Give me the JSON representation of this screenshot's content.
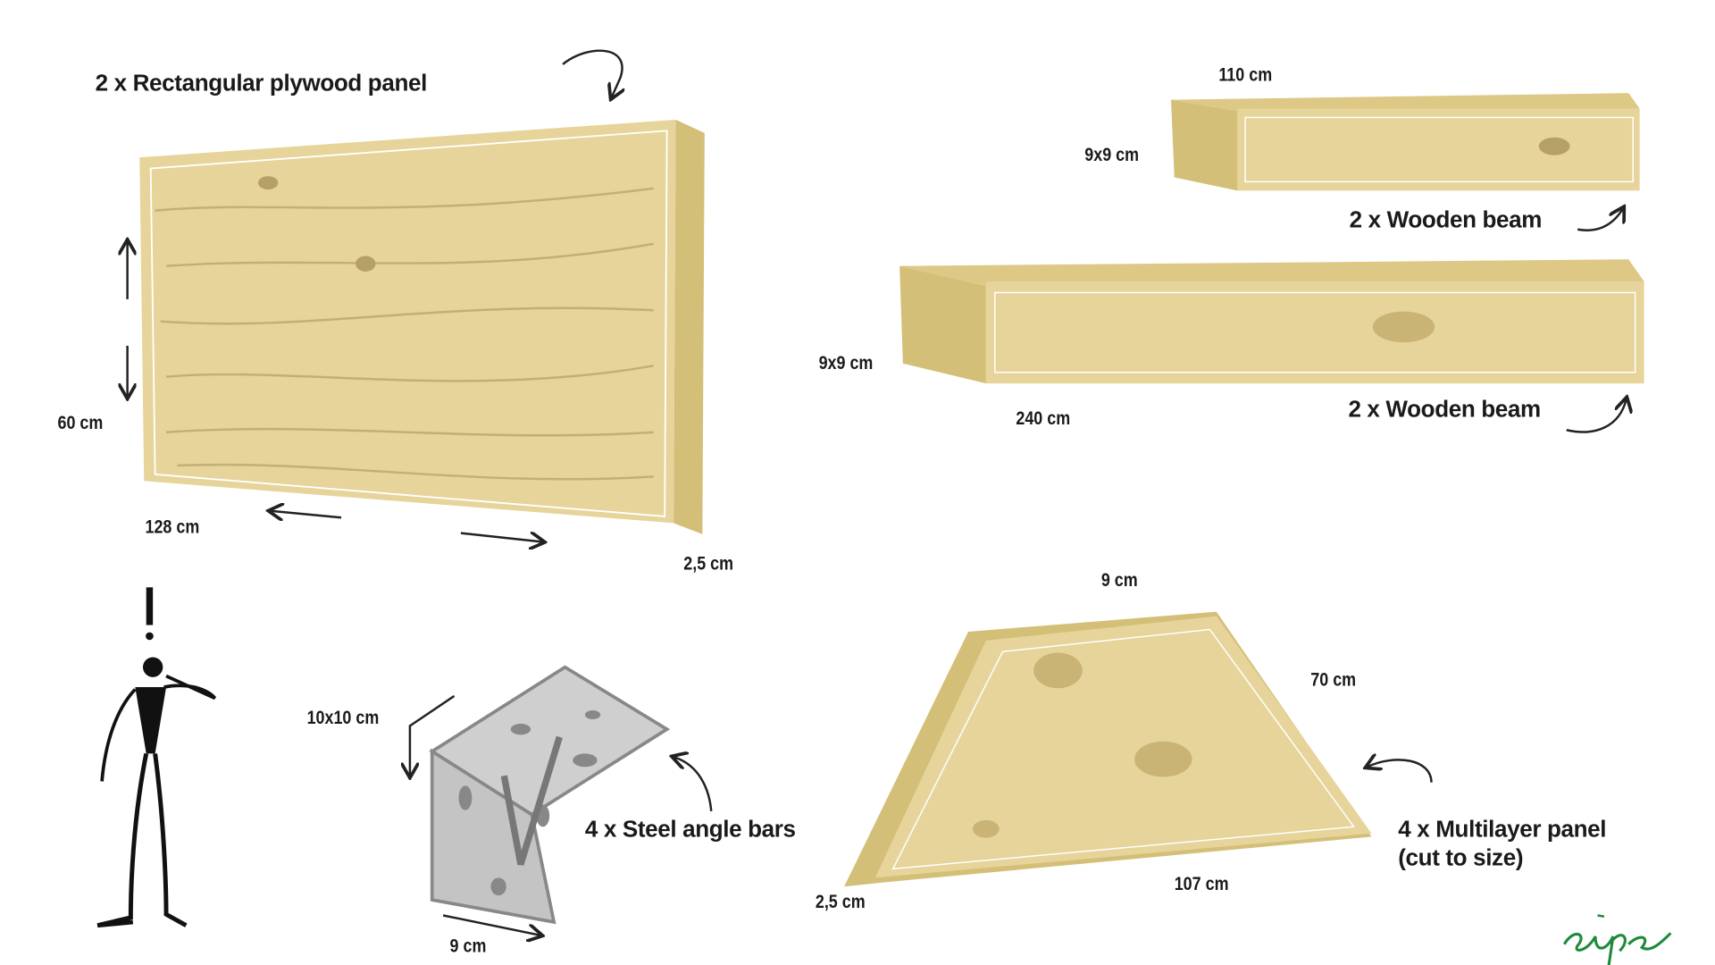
{
  "labels": {
    "plywood_title": "2 x Rectangular plywood panel",
    "plywood_height": "60 cm",
    "plywood_width": "128 cm",
    "plywood_thickness": "2,5 cm",
    "beam_short_length": "110 cm",
    "beam_short_section": "9x9 cm",
    "beam_short_title": "2 x Wooden beam",
    "beam_long_section": "9x9 cm",
    "beam_long_length": "240 cm",
    "beam_long_title": "2 x Wooden beam",
    "angle_size": "10x10 cm",
    "angle_width": "9 cm",
    "angle_title": "4 x Steel angle bars",
    "multilayer_top": "9 cm",
    "multilayer_side": "70 cm",
    "multilayer_bottom": "107 cm",
    "multilayer_thickness": "2,5 cm",
    "multilayer_title_1": "4 x Multilayer panel",
    "multilayer_title_2": "(cut to size)"
  },
  "logo": {
    "text": "eupen",
    "color": "#1e8a3a"
  },
  "colors": {
    "wood": "#e6d49a",
    "wood_side": "#d4bf78",
    "grain": "#b5a067",
    "steel": "#bdbdbd"
  }
}
